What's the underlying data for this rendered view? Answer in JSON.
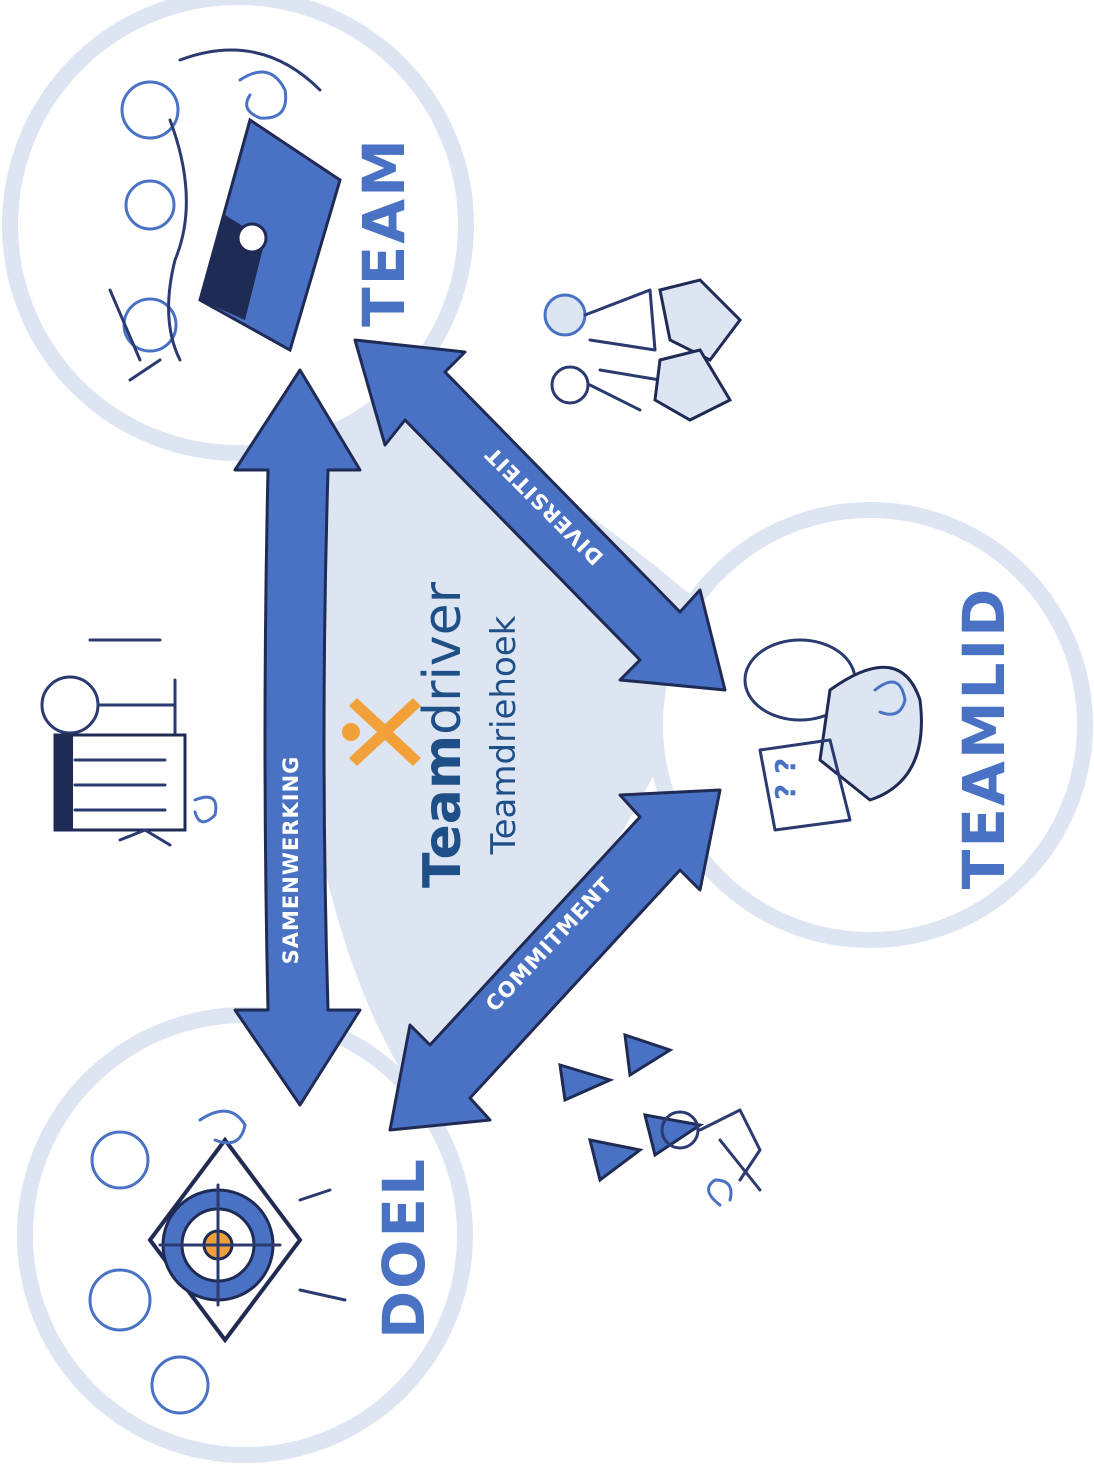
{
  "nodes": {
    "team": "TEAM",
    "teamlid": "TEAMLID",
    "doel": "DOEL"
  },
  "edges": {
    "team_teamlid": "DIVERSITEIT",
    "doel_teamlid": "COMMITMENT",
    "team_doel": "SAMENWERKING"
  },
  "brand": {
    "name_bold": "Team",
    "name_regular": "driver",
    "subtitle": "Teamdriehoek"
  },
  "colors": {
    "arrow": "#4a72c4",
    "circle_ring": "#dde5f3",
    "triangle_fill": "#dee5f2",
    "label": "#4a72c4",
    "brand_text": "#1e4f86",
    "brand_logo": "#f2a03a"
  },
  "icons": [
    "team-puzzle-icon",
    "teamlid-puzzle-icon",
    "doel-target-icon",
    "diversity-people-icon",
    "collaboration-planning-icon",
    "commitment-cones-icon"
  ]
}
